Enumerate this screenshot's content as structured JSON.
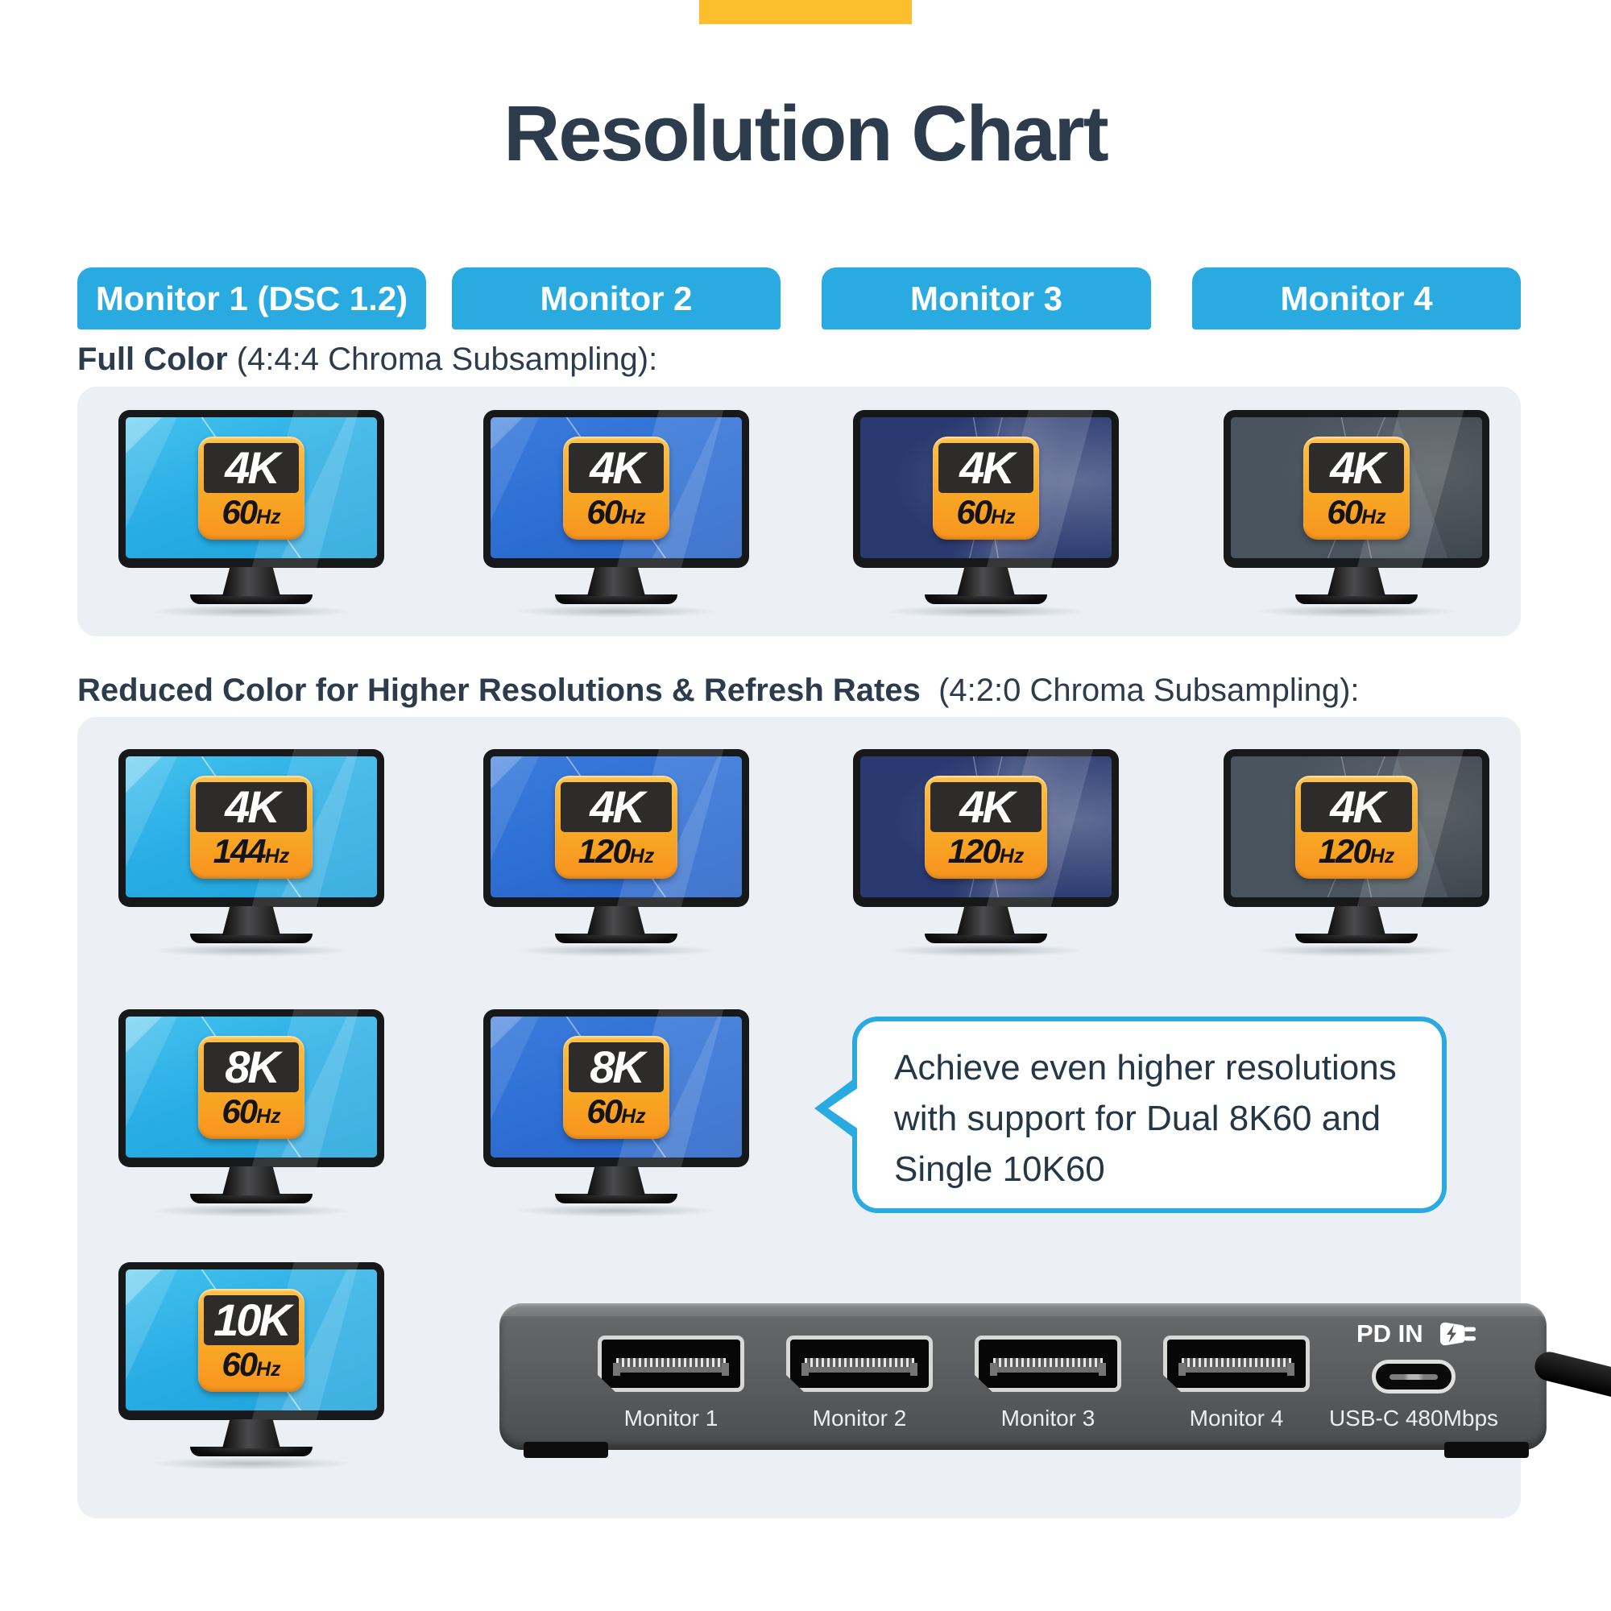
{
  "title": "Resolution Chart",
  "colors": {
    "accent_blue": "#29ABE2",
    "accent_yellow": "#FCBE2D",
    "heading_text": "#2C3C4C",
    "band_background": "#ECF0F4",
    "badge_orange": "#F7941E",
    "screen_cyan": "#2AAEE5",
    "screen_blue": "#2E6FD4",
    "screen_navy": "#2A3A70",
    "screen_slate": "#49535D"
  },
  "tabs": [
    {
      "label": "Monitor 1 (DSC 1.2)"
    },
    {
      "label": "Monitor 2"
    },
    {
      "label": "Monitor 3"
    },
    {
      "label": "Monitor 4"
    }
  ],
  "sections": [
    {
      "heading_bold": "Full Color",
      "heading_rest": " (4:4:4 Chroma Subsampling):"
    },
    {
      "heading_bold": "Reduced Color for Higher Resolutions & Refresh Rates",
      "heading_rest": "  (4:2:0 Chroma Subsampling):"
    }
  ],
  "hz": "Hz",
  "monitors": {
    "full": [
      {
        "res": "4K",
        "rate": "60"
      },
      {
        "res": "4K",
        "rate": "60"
      },
      {
        "res": "4K",
        "rate": "60"
      },
      {
        "res": "4K",
        "rate": "60"
      }
    ],
    "reduced1": [
      {
        "res": "4K",
        "rate": "144"
      },
      {
        "res": "4K",
        "rate": "120"
      },
      {
        "res": "4K",
        "rate": "120"
      },
      {
        "res": "4K",
        "rate": "120"
      }
    ],
    "reduced2": [
      {
        "res": "8K",
        "rate": "60"
      },
      {
        "res": "8K",
        "rate": "60"
      }
    ],
    "reduced3": [
      {
        "res": "10K",
        "rate": "60"
      }
    ]
  },
  "callout": {
    "text": "Achieve even higher resolutions with support for Dual 8K60 and Single 10K60"
  },
  "device": {
    "pd_label": "PD IN",
    "port_labels": [
      "Monitor 1",
      "Monitor 2",
      "Monitor 3",
      "Monitor 4"
    ],
    "usb_label": "USB-C 480Mbps"
  }
}
